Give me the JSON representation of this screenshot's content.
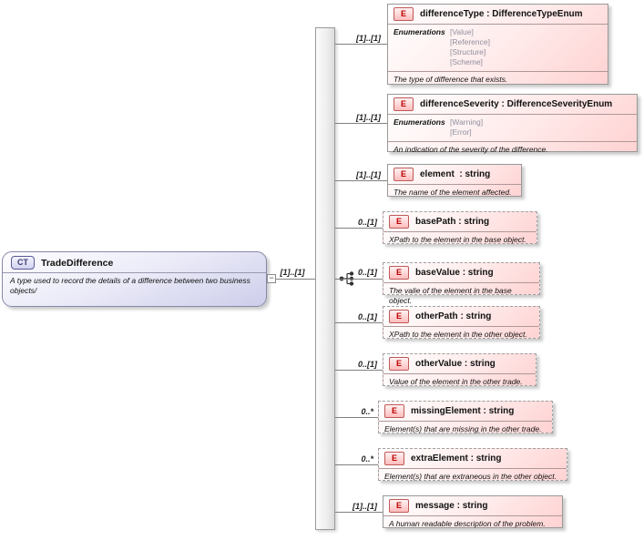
{
  "diagram": {
    "root": {
      "icon": "CT",
      "title": "TradeDifference",
      "description": "A type used to record the details of a difference between two business objects/",
      "cardinality": "[1]..[1]",
      "collapse_glyph": "−"
    },
    "elements": [
      {
        "icon": "E",
        "title": "differenceType : DifferenceTypeEnum",
        "cardinality": "[1]..[1]",
        "enum_label": "Enumerations",
        "enums": [
          "[Value]",
          "[Reference]",
          "[Structure]",
          "[Scheme]"
        ],
        "description": "The type of difference that exists."
      },
      {
        "icon": "E",
        "title": "differenceSeverity : DifferenceSeverityEnum",
        "cardinality": "[1]..[1]",
        "enum_label": "Enumerations",
        "enums": [
          "[Warning]",
          "[Error]"
        ],
        "description": "An indication of the severity of the difference."
      },
      {
        "icon": "E",
        "title": "element  : string",
        "cardinality": "[1]..[1]",
        "description": "The name of the element affected."
      },
      {
        "icon": "E",
        "title": "basePath : string",
        "cardinality": "0..[1]",
        "description": "XPath to the element in the base object."
      },
      {
        "icon": "E",
        "title": "baseValue : string",
        "cardinality": "0..[1]",
        "description": "The valie of the element in the base object."
      },
      {
        "icon": "E",
        "title": "otherPath : string",
        "cardinality": "0..[1]",
        "description": "XPath to the element in the other object."
      },
      {
        "icon": "E",
        "title": "otherValue : string",
        "cardinality": "0..[1]",
        "description": "Value of the element in the other trade."
      },
      {
        "icon": "E",
        "title": "missingElement : string",
        "cardinality": "0..*",
        "description": "Element(s) that are missing in the other trade."
      },
      {
        "icon": "E",
        "title": "extraElement : string",
        "cardinality": "0..*",
        "description": "Element(s) that are extraneous in the other object."
      },
      {
        "icon": "E",
        "title": "message : string",
        "cardinality": "[1]..[1]",
        "description": "A human readable description of the problem."
      }
    ],
    "colors": {
      "element_accent": "#bb0000",
      "element_fill": "#ffd2d2",
      "root_fill": "#cdcdea",
      "connector_line": "#808080"
    }
  }
}
